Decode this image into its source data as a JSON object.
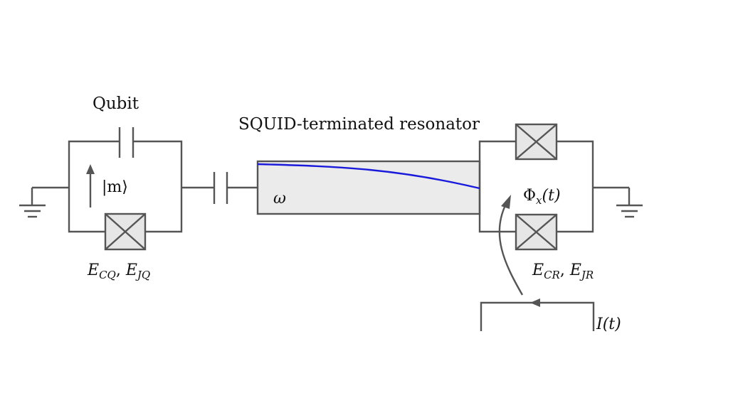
{
  "labels": {
    "qubit_title": "Qubit",
    "qubit_state": "|m⟩",
    "qubit_energies_E1": "E",
    "qubit_energies_sub1": "CQ",
    "qubit_energies_sep": ", ",
    "qubit_energies_E2": "E",
    "qubit_energies_sub2": "JQ",
    "resonator_title": "SQUID-terminated resonator",
    "resonator_freq": "ω",
    "flux_Phi": "Φ",
    "flux_sub": "x",
    "flux_arg": "(t)",
    "squid_energies_E1": "E",
    "squid_energies_sub1": "CR",
    "squid_energies_sep": ", ",
    "squid_energies_E2": "E",
    "squid_energies_sub2": "JR",
    "current": "I(t)"
  },
  "colors": {
    "wire": "#555555",
    "junction_fill": "#e6e6e6",
    "resonator_fill": "#ebebeb",
    "mode_curve": "#1a1adb",
    "text": "#111111"
  },
  "icons": {
    "junction": "josephson-junction-icon",
    "capacitor": "capacitor-icon",
    "ground": "ground-icon"
  }
}
